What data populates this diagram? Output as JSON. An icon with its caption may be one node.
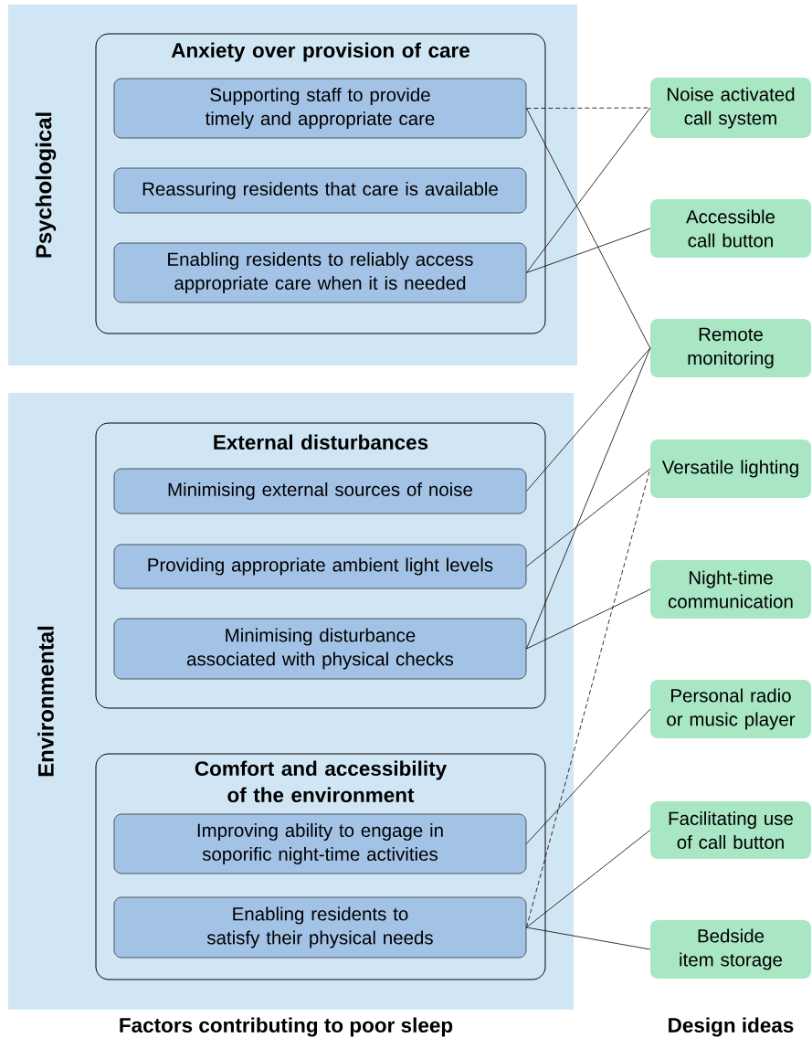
{
  "diagram": {
    "nodes": [
      {
        "text": [
          "Psychological"
        ]
      },
      {
        "text": [
          "Anxiety over provision of care"
        ],
        "in": 0
      },
      {
        "text": [
          "Supporting staff to provide timely and appropriate care"
        ],
        "in": 1
      },
      {
        "text": [
          "Reassuring residents that care is available"
        ],
        "in": 1
      },
      {
        "text": [
          "Enabling residents to reliably access appropriate care when it is needed"
        ],
        "in": 1
      },
      {
        "text": [
          "Environmental"
        ]
      },
      {
        "text": [
          "External disturbances"
        ],
        "in": 5
      },
      {
        "text": [
          "Minimising external sources of noise"
        ],
        "in": 6
      },
      {
        "text": [
          "Providing appropriate ambient light levels"
        ],
        "in": 6
      },
      {
        "text": [
          "Minimising disturbance associated with physical checks"
        ],
        "in": 6
      },
      {
        "text": [
          "Comfort and accessibility of the environment"
        ],
        "in": 5
      },
      {
        "text": [
          "Improving ability to engage in soporific night-time activities"
        ],
        "in": 10
      },
      {
        "text": [
          "Enabling residents to satisfy their physical needs"
        ],
        "in": 10
      },
      {
        "text": [
          "Noise activated call system"
        ]
      },
      {
        "text": [
          "Accessible call button"
        ]
      },
      {
        "text": [
          "Remote monitoring"
        ]
      },
      {
        "text": [
          "Versatile lighting"
        ]
      },
      {
        "text": [
          "Night-time communication"
        ]
      },
      {
        "text": [
          "Personal radio or music player"
        ]
      },
      {
        "text": [
          "Facilitating use of call button"
        ]
      },
      {
        "text": [
          "Bedside item storage"
        ]
      }
    ],
    "edges": [
      {
        "from": 2,
        "to": 13,
        "arrow": "none",
        "style": "dashed"
      },
      {
        "from": 2,
        "to": 15,
        "arrow": "none"
      },
      {
        "from": 4,
        "to": 13,
        "arrow": "none"
      },
      {
        "from": 4,
        "to": 14,
        "arrow": "none"
      },
      {
        "from": 7,
        "to": 15,
        "arrow": "none"
      },
      {
        "from": 8,
        "to": 16,
        "arrow": "none"
      },
      {
        "from": 9,
        "to": 15,
        "arrow": "none"
      },
      {
        "from": 9,
        "to": 17,
        "arrow": "none"
      },
      {
        "from": 11,
        "to": 18,
        "arrow": "none"
      },
      {
        "from": 12,
        "to": 16,
        "arrow": "none",
        "style": "dashed"
      },
      {
        "from": 12,
        "to": 19,
        "arrow": "none"
      },
      {
        "from": 12,
        "to": 20,
        "arrow": "none"
      }
    ],
    "labels": [
      "Factors contributing to poor sleep",
      "Design ideas"
    ]
  }
}
